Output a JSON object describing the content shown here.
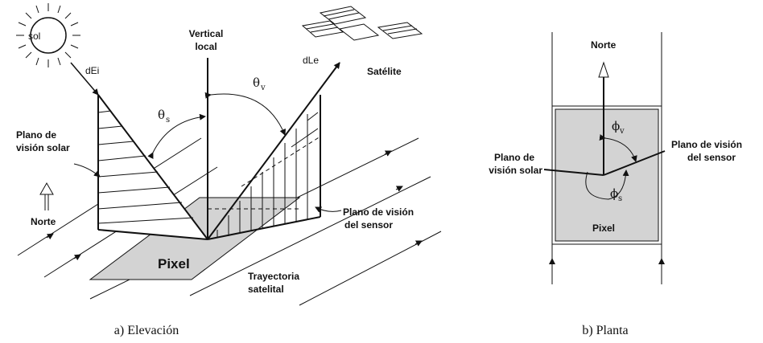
{
  "elevation": {
    "sun": "sol",
    "incident_ray": "dEi",
    "vertical": [
      "Vertical",
      "local"
    ],
    "reflected_ray": "dLe",
    "satellite": "Satélite",
    "theta_v": {
      "symbol": "θ",
      "sub": "v"
    },
    "theta_s": {
      "symbol": "θ",
      "sub": "s"
    },
    "solar_plane": [
      "Plano de",
      "visión solar"
    ],
    "north": "Norte",
    "sensor_plane": [
      "Plano de visión",
      "del sensor"
    ],
    "pixel": "Pixel",
    "track": [
      "Trayectoria",
      "satelital"
    ],
    "caption": "a) Elevación"
  },
  "plan": {
    "north": "Norte",
    "phi_v": {
      "symbol": "ϕ",
      "sub": "v"
    },
    "phi_s": {
      "symbol": "ϕ",
      "sub": "s"
    },
    "solar_plane": [
      "Plano de",
      "visión solar"
    ],
    "sensor_plane": [
      "Plano de visión",
      "del sensor"
    ],
    "pixel": "Pixel",
    "caption": "b) Planta"
  }
}
